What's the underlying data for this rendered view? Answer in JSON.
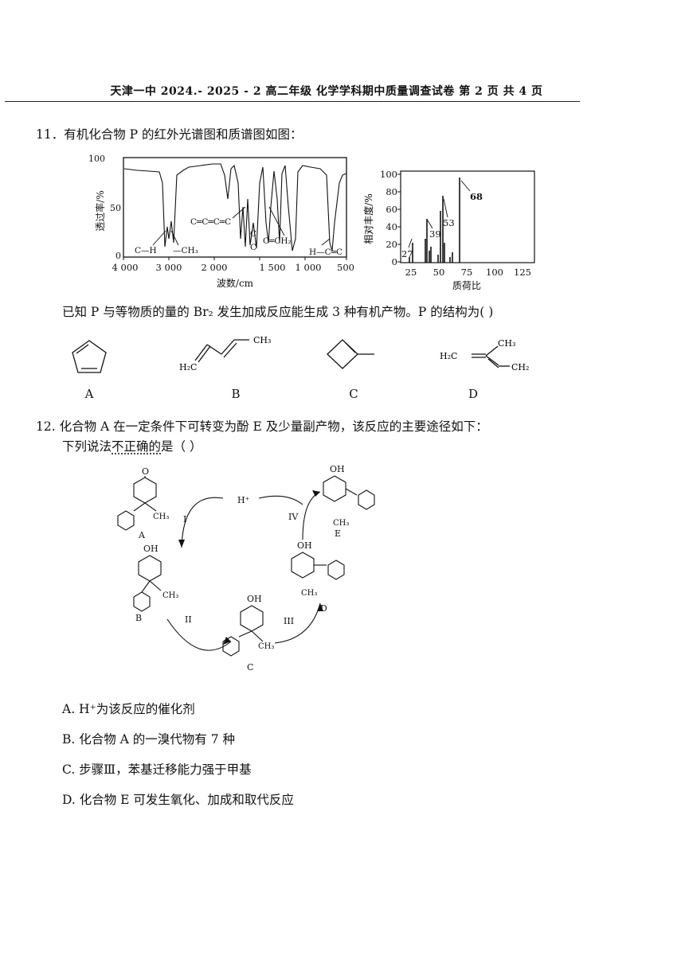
{
  "header": {
    "text": "天津一中 2024.- 2025 - 2   高二年级  化学学科期中质量调查试卷    第 2 页 共 4 页"
  },
  "q11": {
    "stem": "11．有机化合物 P 的红外光谱图和质谱图如图：",
    "ir": {
      "ylabel": "透过率/%",
      "xlabel": "波数/cm",
      "y_ticks": [
        "100",
        "50",
        "0"
      ],
      "x_ticks": [
        "4 000",
        "3 000",
        "2 000",
        "1 500",
        "1 000",
        "500"
      ],
      "annotations": [
        "C—H",
        "—CH₃",
        "C═C═C═C",
        "C",
        "C",
        "C═CH₂",
        "H—C═C"
      ]
    },
    "ms": {
      "ylabel": "相对丰度/%",
      "xlabel": "质荷比",
      "y_ticks": [
        "100",
        "80",
        "60",
        "40",
        "20",
        "0"
      ],
      "x_ticks": [
        "25",
        "50",
        "75",
        "100",
        "125"
      ],
      "peak_labels": [
        "27",
        "39",
        "53",
        "68"
      ]
    },
    "known": "已知 P 与等物质的量的 Br₂ 发生加成反应能生成 3 种有机产物。P 的结构为(        )",
    "options": [
      "A",
      "B",
      "C",
      "D"
    ],
    "struct_text": {
      "b_h2c": "H₂C",
      "b_ch3": "CH₃",
      "d_h2c": "H₂C",
      "d_ch3": "CH₃",
      "d_ch2": "CH₂"
    }
  },
  "q12": {
    "stem": "12. 化合物 A 在一定条件下可转变为酚 E 及少量副产物，该反应的主要途径如下：",
    "sub_before": "下列说法",
    "sub_emph": "不正确的",
    "sub_after": "是（      ）",
    "labels": {
      "A": "A",
      "B": "B",
      "C": "C",
      "D": "D",
      "E": "E",
      "step1": "I",
      "step2": "II",
      "step3": "III",
      "step4": "IV",
      "hplus": "H⁺",
      "o": "O",
      "oh": "OH",
      "ch3": "CH₃"
    },
    "options": [
      "A.  H⁺为该反应的催化剂",
      "B. 化合物 A 的一溴代物有 7 种",
      "C. 步骤Ⅲ，苯基迁移能力强于甲基",
      "D. 化合物 E 可发生氧化、加成和取代反应"
    ]
  }
}
